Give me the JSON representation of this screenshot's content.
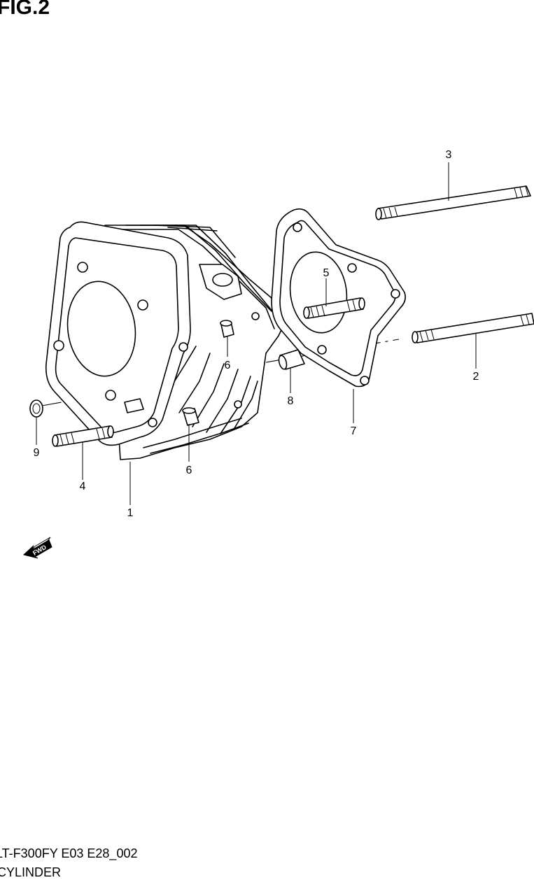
{
  "figure": {
    "title": "FIG.2",
    "code": "LT-F300FY E03 E28_002",
    "name": "CYLINDER"
  },
  "callouts": [
    {
      "id": "1",
      "label": "1",
      "part": "cylinder"
    },
    {
      "id": "2",
      "label": "2",
      "part": "stud-long-right"
    },
    {
      "id": "3",
      "label": "3",
      "part": "stud-long-top"
    },
    {
      "id": "4",
      "label": "4",
      "part": "stud-left"
    },
    {
      "id": "5",
      "label": "5",
      "part": "stud-short"
    },
    {
      "id": "6a",
      "label": "6",
      "part": "dowel-pin-upper"
    },
    {
      "id": "6b",
      "label": "6",
      "part": "dowel-pin-lower"
    },
    {
      "id": "7",
      "label": "7",
      "part": "gasket"
    },
    {
      "id": "8",
      "label": "8",
      "part": "dowel-bush"
    },
    {
      "id": "9",
      "label": "9",
      "part": "o-ring"
    }
  ],
  "fwd_arrow": {
    "label": "FWD",
    "icon": "fwd-arrow-icon"
  }
}
